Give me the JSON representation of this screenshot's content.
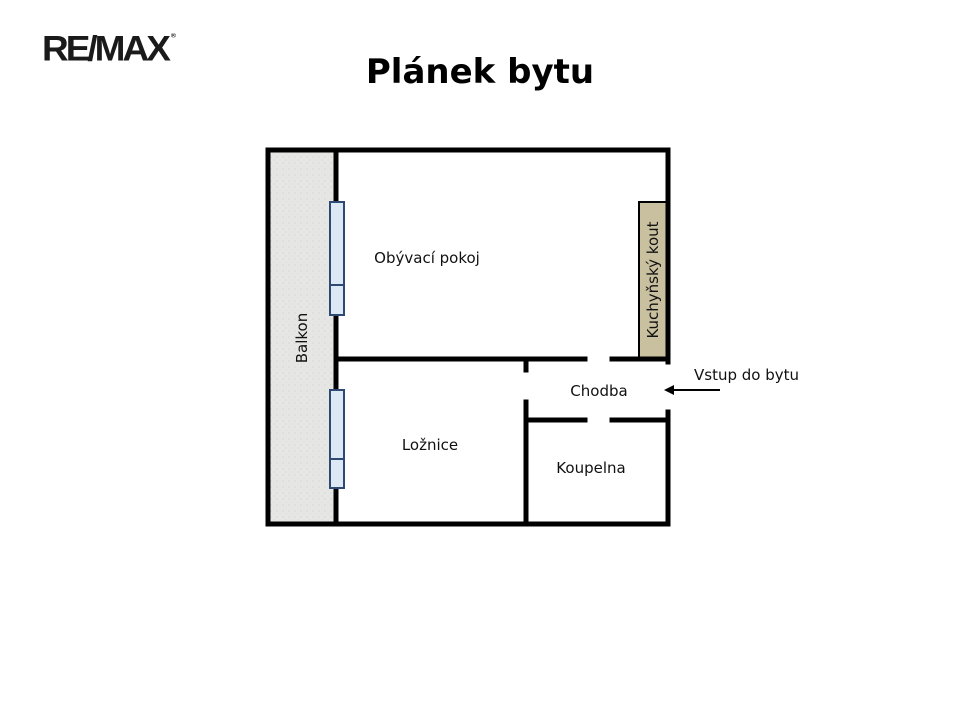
{
  "logo": {
    "text": "RE/MAX",
    "mark": "®"
  },
  "title": "Plánek bytu",
  "colors": {
    "wall": "#000000",
    "balcony": "#e6e6e4",
    "kitchen": "#c9c0a0",
    "window_fill": "#dde8f5",
    "window_stroke": "#2e4a72"
  },
  "rooms": {
    "balcony": "Balkon",
    "living_room": "Obývací pokoj",
    "kitchen": "Kuchyňský kout",
    "hallway": "Chodba",
    "bedroom": "Ložnice",
    "bathroom": "Koupelna"
  },
  "entrance": {
    "label": "Vstup do bytu",
    "icon": "arrow-left-icon"
  }
}
